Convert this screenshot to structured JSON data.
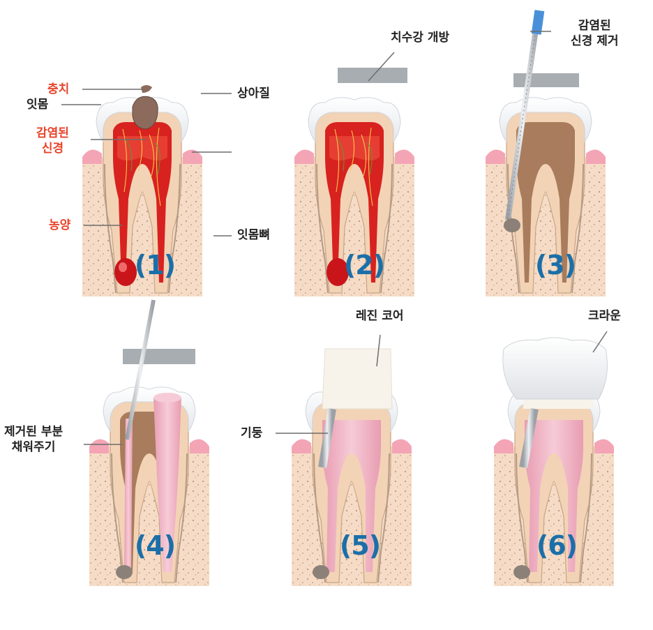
{
  "colors": {
    "step_number": "#1b6fa8",
    "highlight_label": "#e8442a",
    "label": "#222222",
    "gum": "#f4a5b5",
    "bone": "#f6dcc6",
    "dentin": "#f3d3b6",
    "enamel": "#eef0f3",
    "pulp_infected": "#d8221f",
    "pulp_cleaned": "#a87c5c",
    "filling": "#f0b8c8",
    "filling_cap": "#9aa0a6",
    "resin_core": "#f7f3ea",
    "crown": "#f5f6f7"
  },
  "steps": [
    {
      "number": "(1)",
      "labels": {
        "cavity": "충치",
        "gum": "잇몸",
        "infected_nerve": "감염된\n신경",
        "abscess": "농양",
        "enamel": "상아질",
        "jawbone": "잇몸뼈"
      }
    },
    {
      "number": "(2)",
      "labels": {
        "pulp_opening": "치수강 개방"
      }
    },
    {
      "number": "(3)",
      "labels": {
        "nerve_removal": "감염된\n신경 제거"
      }
    },
    {
      "number": "(4)",
      "labels": {
        "fill_removed": "제거된 부분\n채워주기"
      }
    },
    {
      "number": "(5)",
      "labels": {
        "resin_core": "레진 코어",
        "post": "기둥"
      }
    },
    {
      "number": "(6)",
      "labels": {
        "crown": "크라운"
      }
    }
  ]
}
